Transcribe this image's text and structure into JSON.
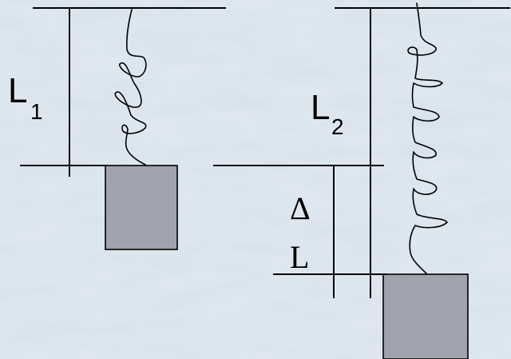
{
  "colors": {
    "background": "#dfe8f1",
    "background_mottle": "#c9d5e2",
    "line": "#000000",
    "mass_fill": "#9ea3ad",
    "mass_stroke": "#000000"
  },
  "labels": {
    "l1_main": "L",
    "l1_sub": "1",
    "l2_main": "L",
    "l2_sub": "2",
    "delta_symbol": "Δ",
    "delta_letter": "L"
  },
  "icons": {
    "spring_relaxed": "coil-spring",
    "spring_stretched": "coil-spring",
    "mass": "block"
  }
}
